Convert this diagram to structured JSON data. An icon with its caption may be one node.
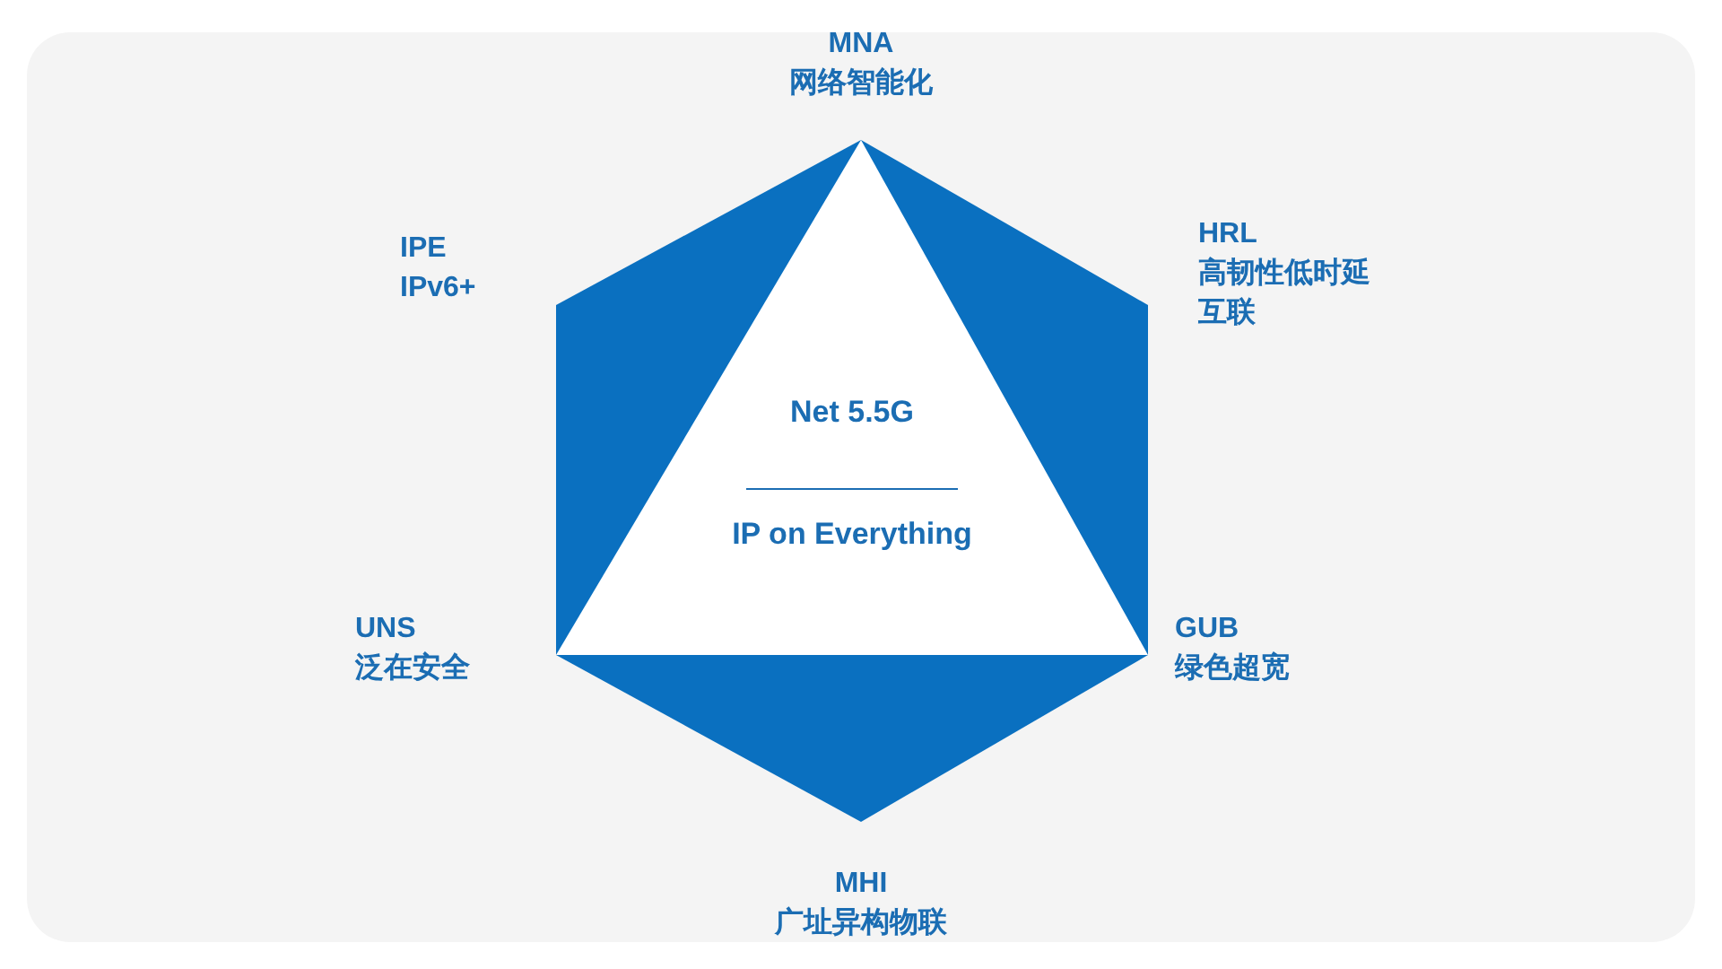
{
  "diagram": {
    "nodes": [
      {
        "text": [
          "Net 5.5G",
          "IP on Everything"
        ]
      }
    ],
    "edges": [],
    "labels": [
      "MNA",
      "网络智能化",
      "IPE",
      "IPv6+",
      "HRL",
      "高韧性低时延互联",
      "UNS",
      "泛在安全",
      "GUB",
      "绿色超宽",
      "MHI",
      "广址异构物联"
    ]
  }
}
